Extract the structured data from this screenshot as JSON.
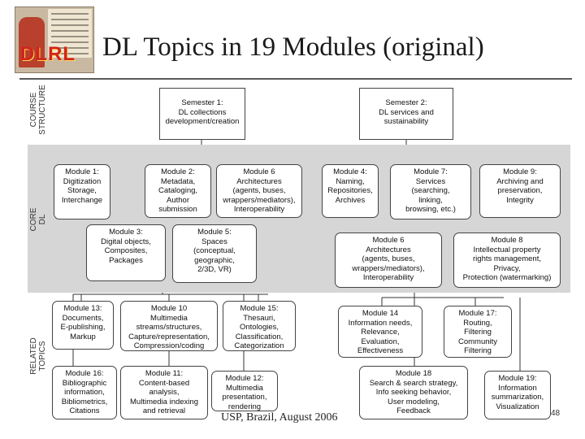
{
  "slide": {
    "title": "DL Topics in 19 Modules (original)",
    "footer": "USP, Brazil, August 2006",
    "page_number": "48"
  },
  "logo": {
    "text": "DLRL"
  },
  "side_labels": {
    "course_structure": "COURSE\nSTRUCTURE",
    "core": "CORE\nDL",
    "related": "RELATED\nTOPICS"
  },
  "semesters": [
    {
      "text": "Semester 1:\nDL collections\ndevelopment/creation"
    },
    {
      "text": "Semester 2:\nDL services and\nsustainability"
    }
  ],
  "modules": {
    "m1": "Module 1:\nDigitization\nStorage,\nInterchange",
    "m2a": "Module 2:\nMetadata,\nCataloging,\nAuthor\nsubmission",
    "m6a": "Module 6\nArchitectures\n(agents, buses,\nwrappers/mediators),\nInteroperability",
    "m4": "Module 4:\nNaming,\nRepositories,\nArchives",
    "m7": "Module 7:\nServices\n(searching,\nlinking,\nbrowsing, etc.)",
    "m9": "Module 9:\nArchiving and\npreservation,\nIntegrity",
    "m3": "Module 3:\nDigital objects,\nComposites,\nPackages",
    "m5": "Module 5:\nSpaces\n(conceptual,\ngeographic,\n2/3D, VR)",
    "m6b": "Module 6\nArchitectures\n(agents, buses,\nwrappers/mediators),\nInteroperability",
    "m8": "Module 8\nIntellectual property\nrights management,\nPrivacy,\nProtection (watermarking)",
    "m13": "Module 13:\nDocuments,\nE-publishing,\nMarkup",
    "m10": "Module 10\nMultimedia\nstreams/structures,\nCapture/representation,\nCompression/coding",
    "m15": "Module 15:\nThesauri,\nOntologies,\nClassification,\nCategorization",
    "m14": "Module 14\nInformation needs,\nRelevance,\nEvaluation,\nEffectiveness",
    "m17": "Module 17:\nRouting,\nFiltering\nCommunity\nFiltering",
    "m16": "Module 16:\nBibliographic\ninformation,\nBibliometrics,\nCitations",
    "m11": "Module 11:\nContent-based\nanalysis,\nMultimedia indexing\nand retrieval",
    "m12": "Module 12:\nMultimedia\npresentation,\nrendering",
    "m18": "Module 18\nSearch & search strategy,\nInfo seeking behavior,\nUser modeling,\nFeedback",
    "m19": "Module 19:\nInformation\nsummarization,\nVisualization"
  }
}
